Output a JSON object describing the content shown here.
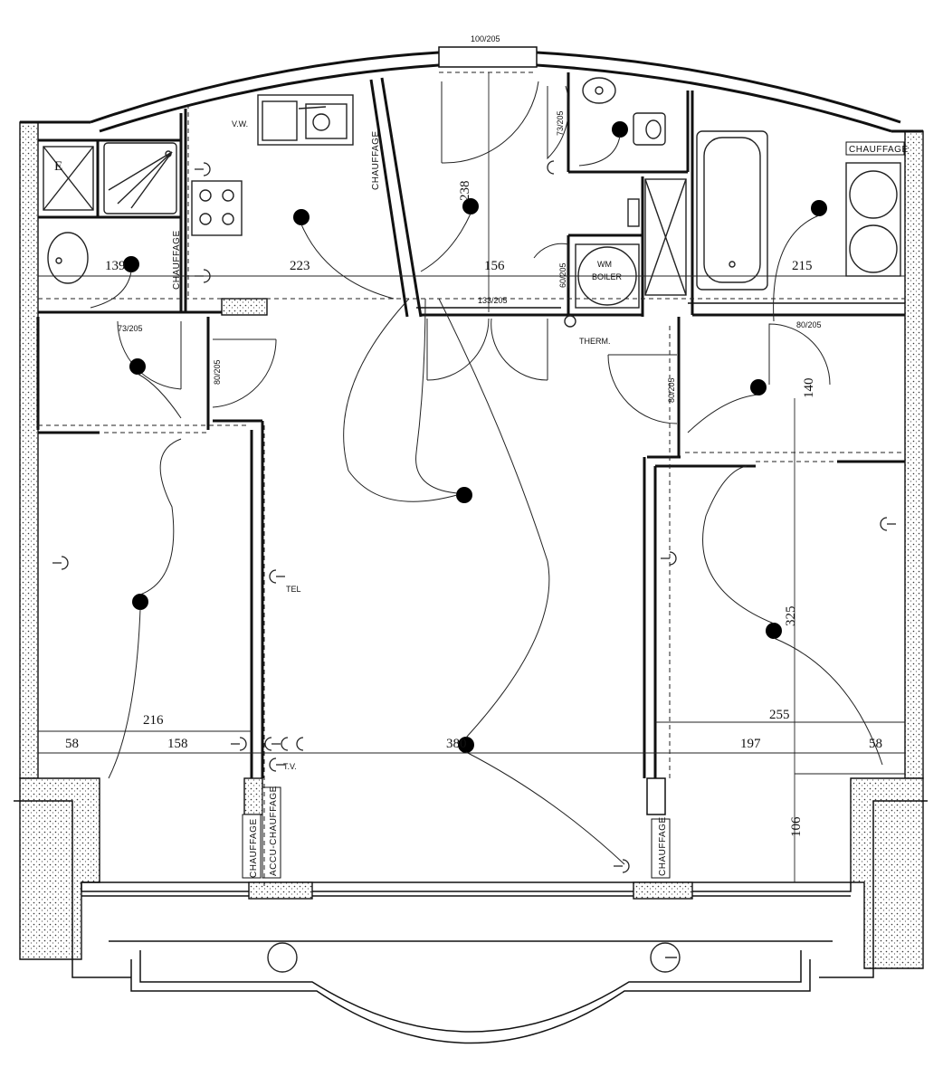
{
  "labels": {
    "door_top": "100/205",
    "vw": "V.W.",
    "chauffage_kitchen": "CHAUFFAGE",
    "chauffage_left": "CHAUFFAGE",
    "chauffage_right": "CHAUFFAGE",
    "chauffage_bottom": "CHAUFFAGE",
    "accu_chauffage": "ACCU-CHAUFFAGE",
    "wm": "WM",
    "boiler": "BOILER",
    "therm": "THERM.",
    "tel": "TEL",
    "tv": "T.V.",
    "door_wc": "73/205",
    "door_bath_left": "73/205",
    "door_kitchen": "133/205",
    "door_right_top": "80/205",
    "door_left_bedroom": "80/205",
    "door_right_bedroom": "80/205",
    "door_boiler": "60/205"
  },
  "dimensions": {
    "d139": "139",
    "d223": "223",
    "d156": "156",
    "d215": "215",
    "d238": "238",
    "d140": "140",
    "d216": "216",
    "d58_left": "58",
    "d158": "158",
    "d380": "380",
    "d325": "325",
    "d255": "255",
    "d197": "197",
    "d58_right": "58",
    "d106": "106"
  }
}
